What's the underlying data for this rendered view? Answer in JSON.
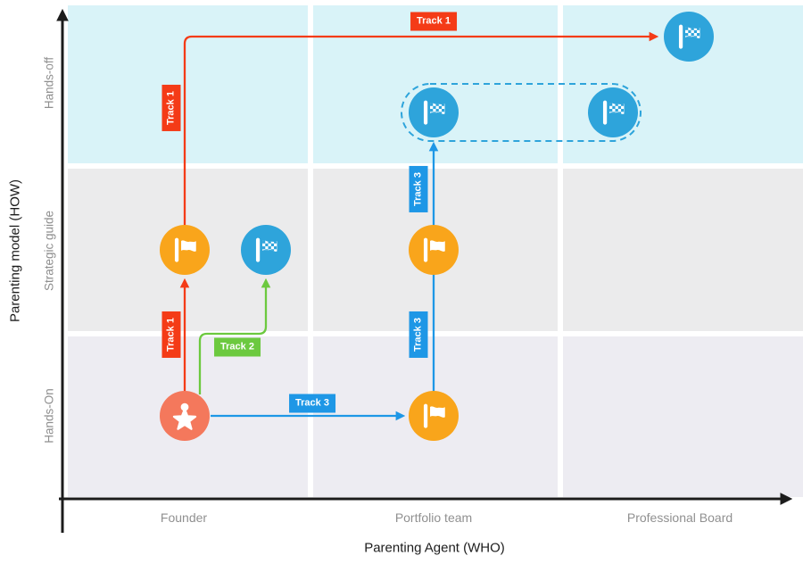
{
  "axes": {
    "x": {
      "title": "Parenting Agent (WHO)",
      "categories": [
        "Founder",
        "Portfolio team",
        "Professional Board"
      ]
    },
    "y": {
      "title": "Parenting model (HOW)",
      "categories": [
        "Hands-On",
        "Strategic guide",
        "Hands-off"
      ]
    }
  },
  "tracks": {
    "t1": {
      "label": "Track 1",
      "color": "#F43B17"
    },
    "t2": {
      "label": "Track 2",
      "color": "#6CC93F"
    },
    "t3": {
      "label": "Track 3",
      "color": "#1E97E6"
    }
  },
  "nodes": [
    {
      "id": "start",
      "icon": "star-person",
      "who": "Founder",
      "how": "Hands-On",
      "color": "#F4785C"
    },
    {
      "id": "milestone-founder-strategic",
      "icon": "flag",
      "who": "Founder",
      "how": "Strategic guide",
      "color": "#F9A51B"
    },
    {
      "id": "finish-founder-strategic",
      "icon": "checkered-flag",
      "who": "Founder",
      "how": "Strategic guide",
      "color": "#2EA4DB"
    },
    {
      "id": "milestone-portfolio-hands-on",
      "icon": "flag",
      "who": "Portfolio team",
      "how": "Hands-On",
      "color": "#F9A51B"
    },
    {
      "id": "milestone-portfolio-strategic",
      "icon": "flag",
      "who": "Portfolio team",
      "how": "Strategic guide",
      "color": "#F9A51B"
    },
    {
      "id": "finish-portfolio-hands-off",
      "icon": "checkered-flag",
      "who": "Portfolio team",
      "how": "Hands-off",
      "color": "#2EA4DB",
      "grouped": true
    },
    {
      "id": "finish-board-hands-off-grouped",
      "icon": "checkered-flag",
      "who": "Professional Board",
      "how": "Hands-off",
      "color": "#2EA4DB",
      "grouped": true
    },
    {
      "id": "finish-board-hands-off",
      "icon": "checkered-flag",
      "who": "Professional Board",
      "how": "Hands-off",
      "color": "#2EA4DB"
    }
  ],
  "connections": [
    {
      "track": "Track 1",
      "from": "Founder / Hands-On",
      "to": "Founder / Strategic guide"
    },
    {
      "track": "Track 1",
      "from": "Founder / Strategic guide",
      "to": "Professional Board / Hands-off"
    },
    {
      "track": "Track 2",
      "from": "Founder / Hands-On",
      "to": "Founder / Strategic guide (checkered)"
    },
    {
      "track": "Track 3",
      "from": "Founder / Hands-On",
      "to": "Portfolio team / Hands-On"
    },
    {
      "track": "Track 3",
      "from": "Portfolio team / Hands-On",
      "to": "Portfolio team / Strategic guide"
    },
    {
      "track": "Track 3",
      "from": "Portfolio team / Strategic guide",
      "to": "Portfolio team / Hands-off"
    }
  ],
  "colors": {
    "band_hands_off": "#D9F3F8",
    "band_strategic_guide": "#EBEBEC",
    "band_hands_on": "#EDECF2",
    "group_outline": "#2EA4DB",
    "axis": "#1c1c1c"
  }
}
